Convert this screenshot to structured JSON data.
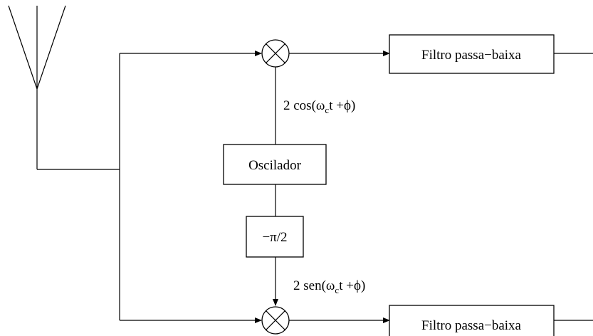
{
  "blocks": {
    "filter_top": "Filtro passa−baixa",
    "filter_bottom": "Filtro passa−baixa",
    "oscillator": "Oscilador",
    "phase_shifter": "−π/2"
  },
  "signals": {
    "cos_ref": {
      "prefix": "2 cos(ω",
      "sub": "c",
      "suffix": "t +ϕ)"
    },
    "sin_ref": {
      "prefix": "2 sen(ω",
      "sub": "c",
      "suffix": "t +ϕ)"
    }
  }
}
